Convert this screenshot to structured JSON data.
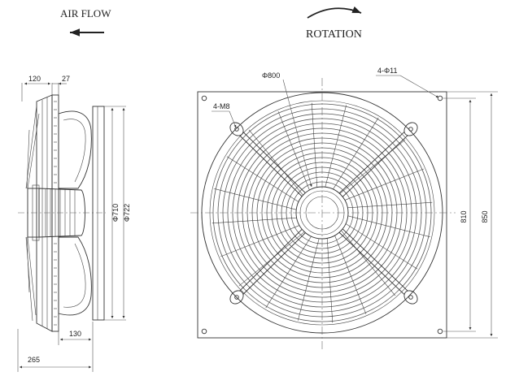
{
  "header": {
    "air_flow_label": "AIR FLOW",
    "rotation_label": "ROTATION"
  },
  "side_view": {
    "dim_top_left": "120",
    "dim_top_right": "27",
    "dim_inner_diameter": "Φ710",
    "dim_outer_diameter": "Φ722",
    "dim_bottom_inner": "130",
    "dim_bottom_total": "265"
  },
  "front_view": {
    "dim_guard_diameter": "Φ800",
    "dim_mount_holes": "4-Φ11",
    "dim_motor_bolts": "4-M8",
    "dim_hole_spacing": "810",
    "dim_plate_size": "850"
  },
  "colors": {
    "line": "#333333",
    "background": "#ffffff"
  }
}
